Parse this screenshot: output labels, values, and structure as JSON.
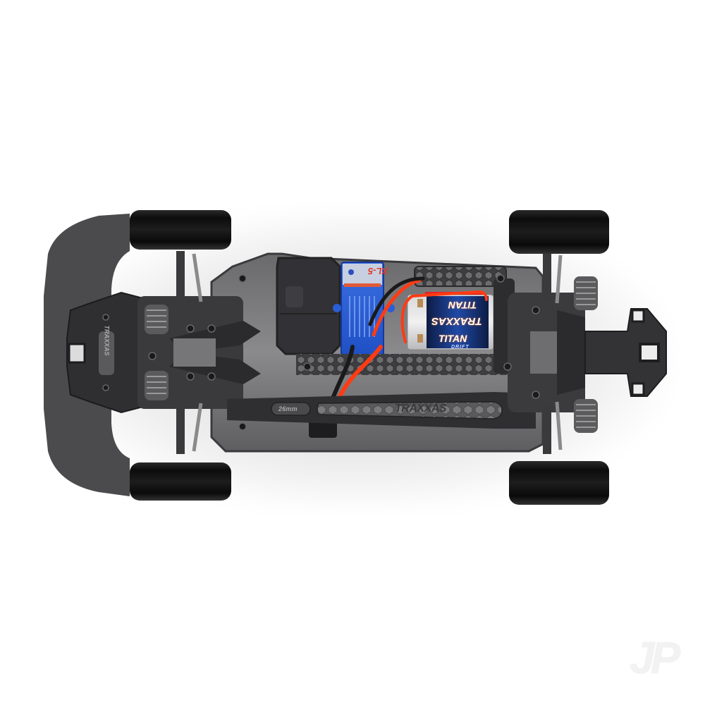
{
  "image": {
    "subject": "RC drift car chassis, top-down view",
    "background_color": "#ffffff"
  },
  "labels": {
    "brace_size": "26mm",
    "brace_brand": "TRAXXAS",
    "motor_brand": "TRAXXAS",
    "motor_name_top": "TITAN",
    "motor_name_bottom": "TITAN",
    "motor_sub": "DRIFT",
    "esc_model": "XL-5",
    "bumper_brand": "TRAXXAS"
  },
  "watermark": {
    "text": "JP"
  },
  "colors": {
    "tire": "#111111",
    "chassis": "#4a4a4c",
    "bumper": "#2e2e30",
    "wing_plate": "#4c4c4f",
    "esc_blue": "#2a5ed6",
    "wire_red": "#ff3b14",
    "wire_black": "#1a1a1a",
    "motor_silver": "#c9c9cb",
    "motor_label_blue": "#1a3c8c"
  }
}
